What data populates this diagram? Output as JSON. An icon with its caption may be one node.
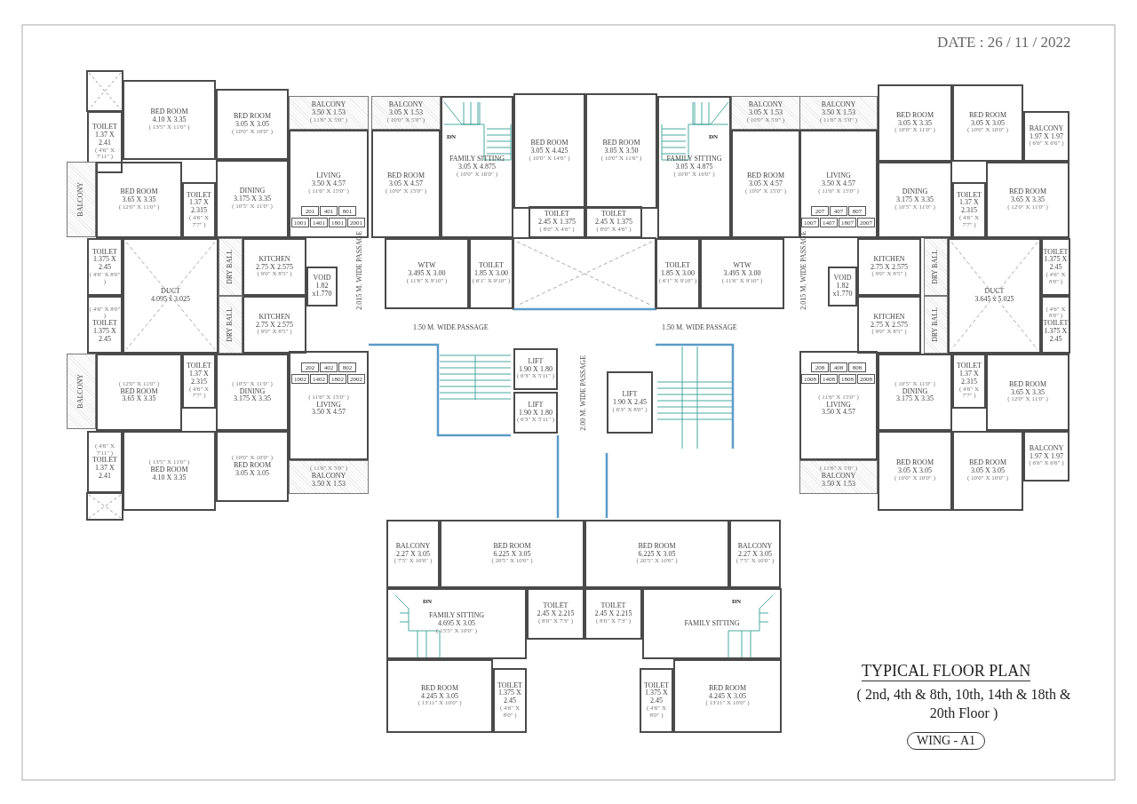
{
  "diagram": {
    "title": "TYPICAL FLOOR PLAN",
    "nodes": [
      {
        "text": [
          "TOILET",
          "1.37 X 2.41",
          "( 4'6\" X 7'11\" )"
        ]
      },
      {
        "text": [
          "BED ROOM",
          "4.10 X 3.35",
          "( 13'5\" X 11'0\" )"
        ]
      },
      {
        "text": [
          "BED ROOM",
          "3.05 X 3.05",
          "( 10'0\" X 10'0\" )"
        ]
      },
      {
        "text": [
          "BALCONY",
          "3.50 X 1.53",
          "( 11'6\" X 5'0\" )"
        ]
      },
      {
        "text": [
          "LIVING",
          "3.50 X 4.57",
          "( 11'6\" X 15'0\" )"
        ]
      },
      {
        "text": [
          "BALCONY"
        ]
      },
      {
        "text": [
          "BED ROOM",
          "3.65 X 3.35",
          "( 12'0\" X 11'0\" )"
        ]
      },
      {
        "text": [
          "TOILET",
          "1.37 X 2.315",
          "( 4'6\" X 7'7\" )"
        ]
      },
      {
        "text": [
          "DINING",
          "3.175 X 3.35",
          "( 10'5\" X 11'0\" )"
        ]
      },
      {
        "text": [
          "TOILET",
          "1.375 X 2.45",
          "( 4'6\" X 8'0\" )"
        ]
      },
      {
        "text": [
          "DUCT",
          "4.095 x 3.025"
        ]
      },
      {
        "text": [
          "DRY BALL"
        ]
      },
      {
        "text": [
          "KITCHEN",
          "2.75 X 2.575",
          "( 9'0\" X 8'5\" )"
        ]
      },
      {
        "text": [
          "VOID",
          "1.82 x1.770"
        ]
      },
      {
        "text": [
          "( 4'6\" X 8'0\" )",
          "TOILET",
          "1.375 X 2.45"
        ]
      },
      {
        "text": [
          "DRY BALL"
        ]
      },
      {
        "text": [
          "KITCHEN",
          "2.75 X 2.575",
          "( 9'0\" X 8'5\" )"
        ]
      },
      {
        "text": [
          "BALCONY"
        ]
      },
      {
        "text": [
          "( 12'0\" X 11'0\" )",
          "BED ROOM",
          "3.65 X 3.35"
        ]
      },
      {
        "text": [
          "TOILET",
          "1.37 X 2.315",
          "( 4'6\" X 7'7\" )"
        ]
      },
      {
        "text": [
          "( 10'5\" X 11'0\" )",
          "DINING",
          "3.175 X 3.35"
        ]
      },
      {
        "text": [
          "( 11'6\" X 15'0\" )",
          "LIVING",
          "3.50 X 4.57"
        ]
      },
      {
        "text": [
          "( 4'6\" X 7'11\" )",
          "TOILET",
          "1.37 X 2.41"
        ]
      },
      {
        "text": [
          "( 13'5\" X 11'0\" )",
          "BED ROOM",
          "4.10 X 3.35"
        ]
      },
      {
        "text": [
          "( 10'0\" X 10'0\" )",
          "BED ROOM",
          "3.05 X 3.05"
        ]
      },
      {
        "text": [
          "( 11'6\" X 5'0\" )",
          "BALCONY",
          "3.50 X 1.53"
        ]
      },
      {
        "text": [
          "BALCONY",
          "3.05 X 1.53",
          "( 10'0\" X 5'0\" )"
        ]
      },
      {
        "text": [
          "BED ROOM",
          "3.05 X 4.57",
          "( 10'0\" X 15'0\" )"
        ]
      },
      {
        "text": [
          "FAMILY SITTING",
          "3.05 X 4.875",
          "( 10'0\" X 16'0\" )"
        ]
      },
      {
        "text": [
          "BED ROOM",
          "3.05 X 4.425",
          "( 10'0\" X 14'6\" )"
        ]
      },
      {
        "text": [
          "BED ROOM",
          "3.05 X 3.50",
          "( 10'0\" X 11'6\" )"
        ]
      },
      {
        "text": [
          "FAMILY SITTING",
          "3.05 X 4.875",
          "( 10'0\" X 16'0\" )"
        ]
      },
      {
        "text": [
          "BALCONY",
          "3.05 X 1.53",
          "( 10'0\" X 5'0\" )"
        ]
      },
      {
        "text": [
          "BED ROOM",
          "3.05 X 4.57",
          "( 10'0\" X 15'0\" )"
        ]
      },
      {
        "text": [
          "TOILET",
          "2.45 X 1.375",
          "( 8'0\" X 4'6\" )"
        ]
      },
      {
        "text": [
          "TOILET",
          "2.45 X 1.375",
          "( 8'0\" X 4'6\" )"
        ]
      },
      {
        "text": [
          "WTW",
          "3.495 X 3.00",
          "( 11'6\" X 9'10\" )"
        ]
      },
      {
        "text": [
          "TOILET",
          "1.85 X 3.00",
          "( 6'1\" X 9'10\" )"
        ]
      },
      {
        "text": [
          "TOILET",
          "1.85 X 3.00",
          "( 6'1\" X 9'10\" )"
        ]
      },
      {
        "text": [
          "WTW",
          "3.495 X 3.00",
          "( 11'6\" X 9'10\" )"
        ]
      },
      {
        "text": [
          "LIFT",
          "1.90 X 1.80",
          "( 6'3\" X 5'11\" )"
        ]
      },
      {
        "text": [
          "LIFT",
          "1.90 X 1.80",
          "( 6'3\" X 5'11\" )"
        ]
      },
      {
        "text": [
          "LIFT",
          "1.90 X 2.45",
          "( 6'3\" X 8'0\" )"
        ]
      },
      {
        "text": [
          "BALCONY",
          "3.50 X 1.53",
          "( 11'6\" X 5'0\" )"
        ]
      },
      {
        "text": [
          "BED ROOM",
          "3.05 X 3.35",
          "( 10'0\" X 11'0\" )"
        ]
      },
      {
        "text": [
          "BED ROOM",
          "3.05 X 3.05",
          "( 10'0\" X 10'0\" )"
        ]
      },
      {
        "text": [
          "BALCONY",
          "1.97 X 1.97",
          "( 6'6\" X 6'6\" )"
        ]
      },
      {
        "text": [
          "LIVING",
          "3.50 X 4.57",
          "( 11'6\" X 15'0\" )"
        ]
      },
      {
        "text": [
          "DINING",
          "3.175 X 3.35",
          "( 10'5\" X 11'0\" )"
        ]
      },
      {
        "text": [
          "TOILET",
          "1.37 X 2.315",
          "( 4'6\" X 7'7\" )"
        ]
      },
      {
        "text": [
          "BED ROOM",
          "3.65 X 3.35",
          "( 12'0\" X 11'0\" )"
        ]
      },
      {
        "text": [
          "VOID",
          "1.82 x1.770"
        ]
      },
      {
        "text": [
          "KITCHEN",
          "2.75 X 2.575",
          "( 9'0\" X 8'5\" )"
        ]
      },
      {
        "text": [
          "DRY BALL"
        ]
      },
      {
        "text": [
          "DUCT",
          "3.645 x 5.025"
        ]
      },
      {
        "text": [
          "TOILET",
          "1.375 X 2.45",
          "( 4'6\" X 8'0\" )"
        ]
      },
      {
        "text": [
          "KITCHEN",
          "2.75 X 2.575",
          "( 9'0\" X 8'5\" )"
        ]
      },
      {
        "text": [
          "DRY BALL"
        ]
      },
      {
        "text": [
          "( 4'6\" X 8'0\" )",
          "TOILET",
          "1.375 X 2.45"
        ]
      },
      {
        "text": [
          "( 11'6\" X 15'0\" )",
          "LIVING",
          "3.50 X 4.57"
        ]
      },
      {
        "text": [
          "( 10'5\" X 11'0\" )",
          "DINING",
          "3.175 X 3.35"
        ]
      },
      {
        "text": [
          "TOILET",
          "1.37 X 2.315",
          "( 4'6\" X 7'7\" )"
        ]
      },
      {
        "text": [
          "BED ROOM",
          "3.65 X 3.35",
          "( 12'0\" X 11'0\" )"
        ]
      },
      {
        "text": [
          "( 11'6\" X 5'0\" )",
          "BALCONY",
          "3.50 X 1.53"
        ]
      },
      {
        "text": [
          "BED ROOM",
          "3.05 X 3.05",
          "( 10'0\" X 10'0\" )"
        ]
      },
      {
        "text": [
          "BED ROOM",
          "3.05 X 3.05",
          "( 10'0\" X 10'0\" )"
        ]
      },
      {
        "text": [
          "BALCONY",
          "1.97 X 1.97",
          "( 6'6\" X 6'6\" )"
        ]
      },
      {
        "text": [
          "BALCONY",
          "2.27 X 3.05",
          "( 7'5\" X 10'0\" )"
        ]
      },
      {
        "text": [
          "BED ROOM",
          "6.225 X 3.05",
          "( 20'5\" X 10'0\" )"
        ]
      },
      {
        "text": [
          "BED ROOM",
          "6.225 X 3.05",
          "( 20'5\" X 10'0\" )"
        ]
      },
      {
        "text": [
          "BALCONY",
          "2.27 X 3.05",
          "( 7'5\" X 10'0\" )"
        ]
      },
      {
        "text": [
          "FAMILY SITTING",
          "4.695 X 3.05",
          "( 15'5\" X 10'0\" )"
        ]
      },
      {
        "text": [
          "TOILET",
          "2.45 X 2.215",
          "( 8'0\" X 7'3\" )"
        ]
      },
      {
        "text": [
          "TOILET",
          "2.45 X 2.215",
          "( 8'0\" X 7'3\" )"
        ]
      },
      {
        "text": [
          "FAMILY SITTING"
        ]
      },
      {
        "text": [
          "BED ROOM",
          "4.245 X 3.05",
          "( 13'11\" X 10'0\" )"
        ]
      },
      {
        "text": [
          "TOILET",
          "1.375 X 2.45",
          "( 4'6\" X 8'0\" )"
        ]
      },
      {
        "text": [
          "TOILET",
          "1.375 X 2.45",
          "( 4'6\" X 8'0\" )"
        ]
      },
      {
        "text": [
          "BED ROOM",
          "4.245 X 3.05",
          "( 13'11\" X 10'0\" )"
        ]
      }
    ],
    "labels": [
      "DATE : 26 / 11 / 2022",
      "DN",
      "DN",
      "201",
      "401",
      "801",
      "1001",
      "1401",
      "1801",
      "2001",
      "207",
      "407",
      "807",
      "1007",
      "1407",
      "1807",
      "2007",
      "2.015 M. WIDE PASSAGE",
      "2.015 M. WIDE PASSAGE",
      "1.50 M. WIDE PASSAGE",
      "1.50 M. WIDE PASSAGE",
      "202",
      "402",
      "802",
      "1002",
      "1402",
      "1802",
      "2002",
      "208",
      "408",
      "808",
      "1008",
      "1408",
      "1808",
      "2008",
      "2.00 M. WIDE PASSAGE",
      "DN",
      "DN",
      "( 2nd, 4th & 8th, 10th, 14th & 18th & 20th Floor )",
      "WING - A1"
    ]
  }
}
